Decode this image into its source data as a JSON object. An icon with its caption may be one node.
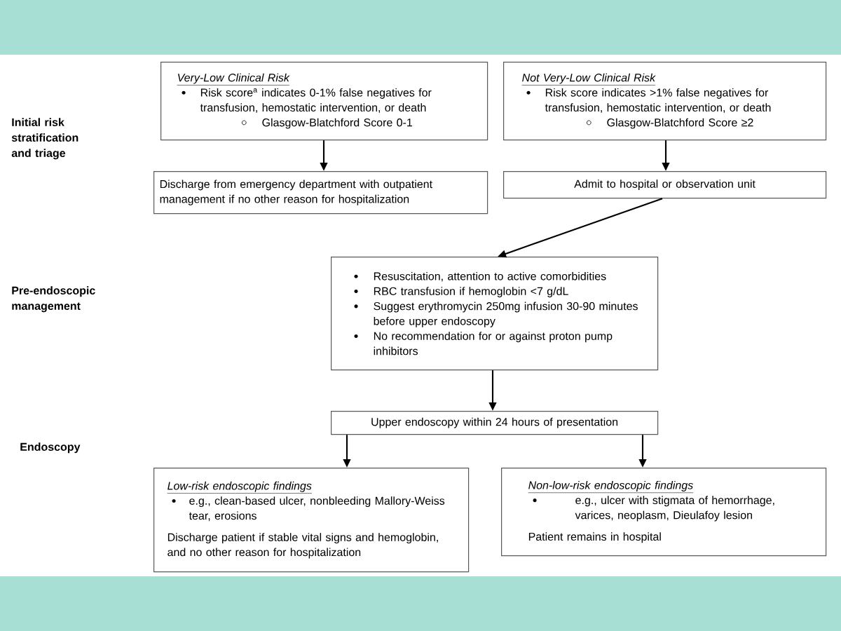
{
  "diagram": {
    "nodes": [
      {
        "text": [
          "Very-Low Clinical Risk",
          "Risk score$^{a}$ indicates 0-1% false negatives for transfusion, hemostatic intervention, or death",
          "Glasgow-Blatchford Score 0-1"
        ]
      },
      {
        "text": [
          "Not Very-Low Clinical Risk",
          "Risk score indicates >1% false negatives for transfusion, hemostatic intervention, or death",
          "Glasgow-Blatchford Score ≥2"
        ]
      },
      {
        "text": [
          "Discharge from emergency department with outpatient management if no other reason for hospitalization"
        ]
      },
      {
        "text": [
          "Admit to hospital or observation unit"
        ]
      },
      {
        "text": [
          "Resuscitation, attention to active comorbidities",
          "RBC transfusion if hemoglobin <7 g/dL",
          "Suggest erythromycin 250mg infusion 30-90 minutes before upper endoscopy",
          "No recommendation for or against proton pump inhibitors"
        ]
      },
      {
        "text": [
          "Upper endoscopy within 24 hours of presentation"
        ]
      },
      {
        "text": [
          "Low-risk endoscopic findings",
          "e.g., clean-based ulcer, nonbleeding Mallory-Weiss tear, erosions",
          "Discharge patient if stable vital signs and hemoglobin, and no other reason for hospitalization"
        ]
      },
      {
        "text": [
          "Non-low-risk endoscopic findings",
          "e.g., ulcer with stigmata of hemorrhage, varices, neoplasm, Dieulafoy lesion",
          "Patient remains in hospital"
        ]
      }
    ],
    "edges": [
      {
        "from": 0,
        "to": 2,
        "arrow": "to"
      },
      {
        "from": 1,
        "to": 3,
        "arrow": "to"
      },
      {
        "from": 3,
        "to": 4,
        "arrow": "to"
      },
      {
        "from": 4,
        "to": 5,
        "arrow": "to"
      },
      {
        "from": 5,
        "to": 6,
        "arrow": "to"
      },
      {
        "from": 5,
        "to": 7,
        "arrow": "to"
      }
    ],
    "labels": [
      "Initial risk stratification and triage",
      "Pre-endoscopic management",
      "Endoscopy"
    ]
  }
}
